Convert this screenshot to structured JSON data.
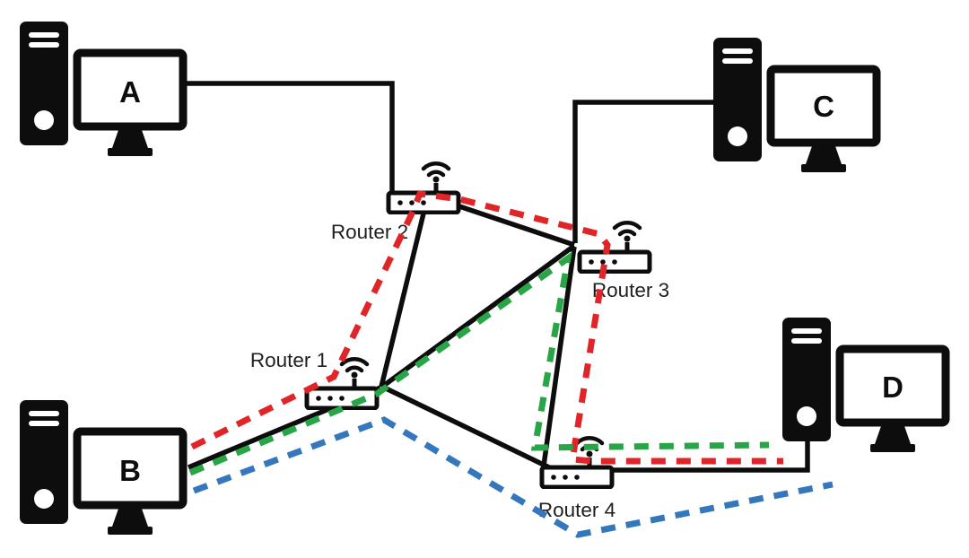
{
  "network": {
    "computers": [
      {
        "label": "A"
      },
      {
        "label": "B"
      },
      {
        "label": "C"
      },
      {
        "label": "D"
      }
    ],
    "routers": [
      {
        "label": "Router 1"
      },
      {
        "label": "Router 2"
      },
      {
        "label": "Router 3"
      },
      {
        "label": "Router 4"
      }
    ],
    "wired_links": [
      "A - Router 2",
      "C - Router 3",
      "B - Router 1",
      "D - Router 4",
      "Router 1 - Router 2",
      "Router 2 - Router 3",
      "Router 1 - Router 3",
      "Router 1 - Router 4",
      "Router 3 - Router 4"
    ],
    "routes": [
      {
        "name": "red-route",
        "color": "#e02528",
        "hops": [
          "B",
          "Router 2",
          "Router 3",
          "Router 4",
          "D"
        ]
      },
      {
        "name": "green-route",
        "color": "#28a546",
        "hops": [
          "B",
          "Router 1",
          "Router 3",
          "Router 4",
          "D"
        ]
      },
      {
        "name": "blue-route",
        "color": "#3577bc",
        "hops": [
          "B",
          "Router 1",
          "Router 4",
          "D"
        ]
      }
    ],
    "colors": {
      "wired": "#0d0d0d",
      "background": "#ffffff",
      "label_text": "#1f1f1f"
    }
  }
}
